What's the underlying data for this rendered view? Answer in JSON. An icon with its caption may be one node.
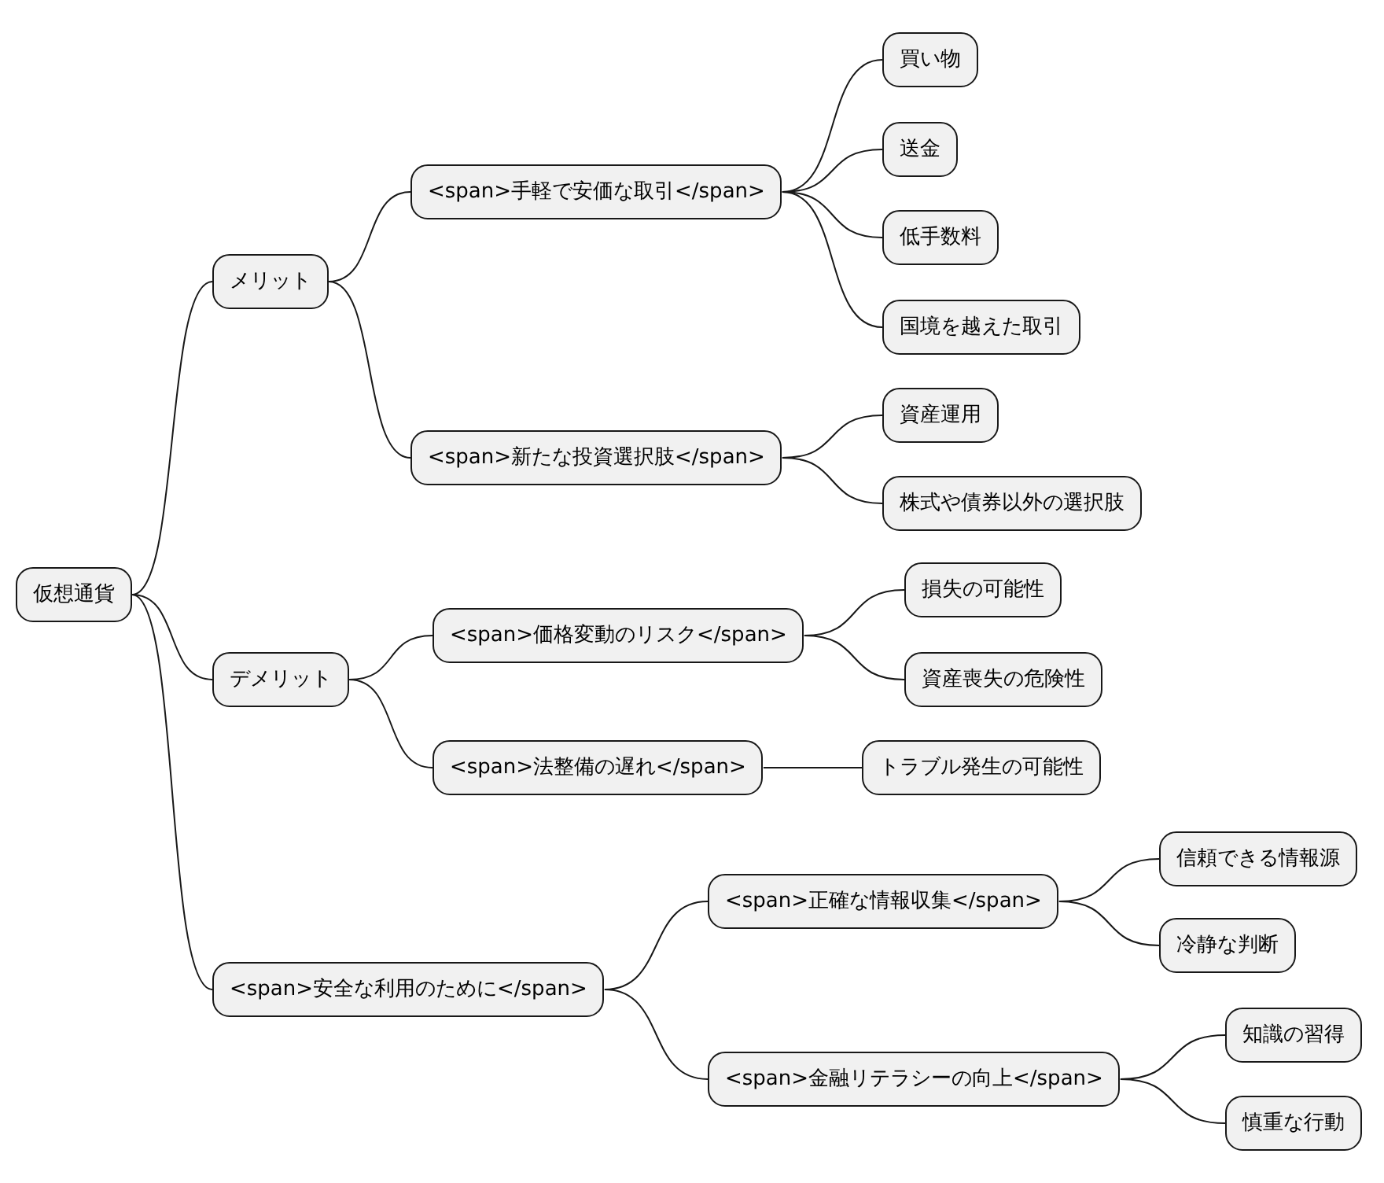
{
  "diagram": {
    "nodes": [
      {
        "text": [
          "仮想通貨"
        ]
      },
      {
        "text": [
          "メリット"
        ]
      },
      {
        "text": [
          "<span>手軽で安価な取引</span>"
        ]
      },
      {
        "text": [
          "買い物"
        ]
      },
      {
        "text": [
          "送金"
        ]
      },
      {
        "text": [
          "低手数料"
        ]
      },
      {
        "text": [
          "国境を越えた取引"
        ]
      },
      {
        "text": [
          "<span>新たな投資選択肢</span>"
        ]
      },
      {
        "text": [
          "資産運用"
        ]
      },
      {
        "text": [
          "株式や債券以外の選択肢"
        ]
      },
      {
        "text": [
          "デメリット"
        ]
      },
      {
        "text": [
          "<span>価格変動のリスク</span>"
        ]
      },
      {
        "text": [
          "損失の可能性"
        ]
      },
      {
        "text": [
          "資産喪失の危険性"
        ]
      },
      {
        "text": [
          "<span>法整備の遅れ</span>"
        ]
      },
      {
        "text": [
          "トラブル発生の可能性"
        ]
      },
      {
        "text": [
          "<span>安全な利用のために</span>"
        ]
      },
      {
        "text": [
          "<span>正確な情報収集</span>"
        ]
      },
      {
        "text": [
          "信頼できる情報源"
        ]
      },
      {
        "text": [
          "冷静な判断"
        ]
      },
      {
        "text": [
          "<span>金融リテラシーの向上</span>"
        ]
      },
      {
        "text": [
          "知識の習得"
        ]
      },
      {
        "text": [
          "慎重な行動"
        ]
      }
    ],
    "edges": [
      {
        "from": 0,
        "to": 1,
        "arrow": "none"
      },
      {
        "from": 1,
        "to": 2,
        "arrow": "none"
      },
      {
        "from": 2,
        "to": 3,
        "arrow": "none"
      },
      {
        "from": 2,
        "to": 4,
        "arrow": "none"
      },
      {
        "from": 2,
        "to": 5,
        "arrow": "none"
      },
      {
        "from": 2,
        "to": 6,
        "arrow": "none"
      },
      {
        "from": 1,
        "to": 7,
        "arrow": "none"
      },
      {
        "from": 7,
        "to": 8,
        "arrow": "none"
      },
      {
        "from": 7,
        "to": 9,
        "arrow": "none"
      },
      {
        "from": 0,
        "to": 10,
        "arrow": "none"
      },
      {
        "from": 10,
        "to": 11,
        "arrow": "none"
      },
      {
        "from": 11,
        "to": 12,
        "arrow": "none"
      },
      {
        "from": 11,
        "to": 13,
        "arrow": "none"
      },
      {
        "from": 10,
        "to": 14,
        "arrow": "none"
      },
      {
        "from": 14,
        "to": 15,
        "arrow": "none"
      },
      {
        "from": 0,
        "to": 16,
        "arrow": "none"
      },
      {
        "from": 16,
        "to": 17,
        "arrow": "none"
      },
      {
        "from": 17,
        "to": 18,
        "arrow": "none"
      },
      {
        "from": 17,
        "to": 19,
        "arrow": "none"
      },
      {
        "from": 16,
        "to": 20,
        "arrow": "none"
      },
      {
        "from": 20,
        "to": 21,
        "arrow": "none"
      },
      {
        "from": 20,
        "to": 22,
        "arrow": "none"
      }
    ]
  }
}
